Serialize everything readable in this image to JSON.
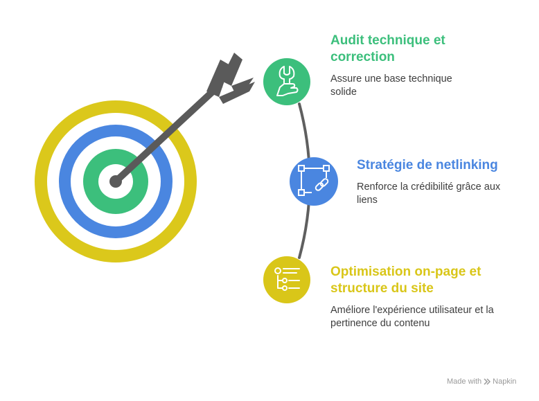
{
  "items": [
    {
      "title": "Audit technique et correction",
      "description": "Assure une base technique solide",
      "color": "#3cbf7c",
      "icon": "wrench-hand-icon"
    },
    {
      "title": "Stratégie de netlinking",
      "description": "Renforce la crédibilité grâce aux liens",
      "color": "#4a86e0",
      "icon": "link-icon"
    },
    {
      "title": "Optimisation on-page et structure du site",
      "description": "Améliore l'expérience utilisateur et la pertinence du contenu",
      "color": "#d9c619",
      "icon": "checklist-icon"
    }
  ],
  "target": {
    "ring_colors": [
      "#dbc81b",
      "#4a86e0",
      "#3cbf7c"
    ],
    "arrow_color": "#5a5a5a"
  },
  "footer": {
    "made_with": "Made with",
    "brand": "Napkin"
  }
}
